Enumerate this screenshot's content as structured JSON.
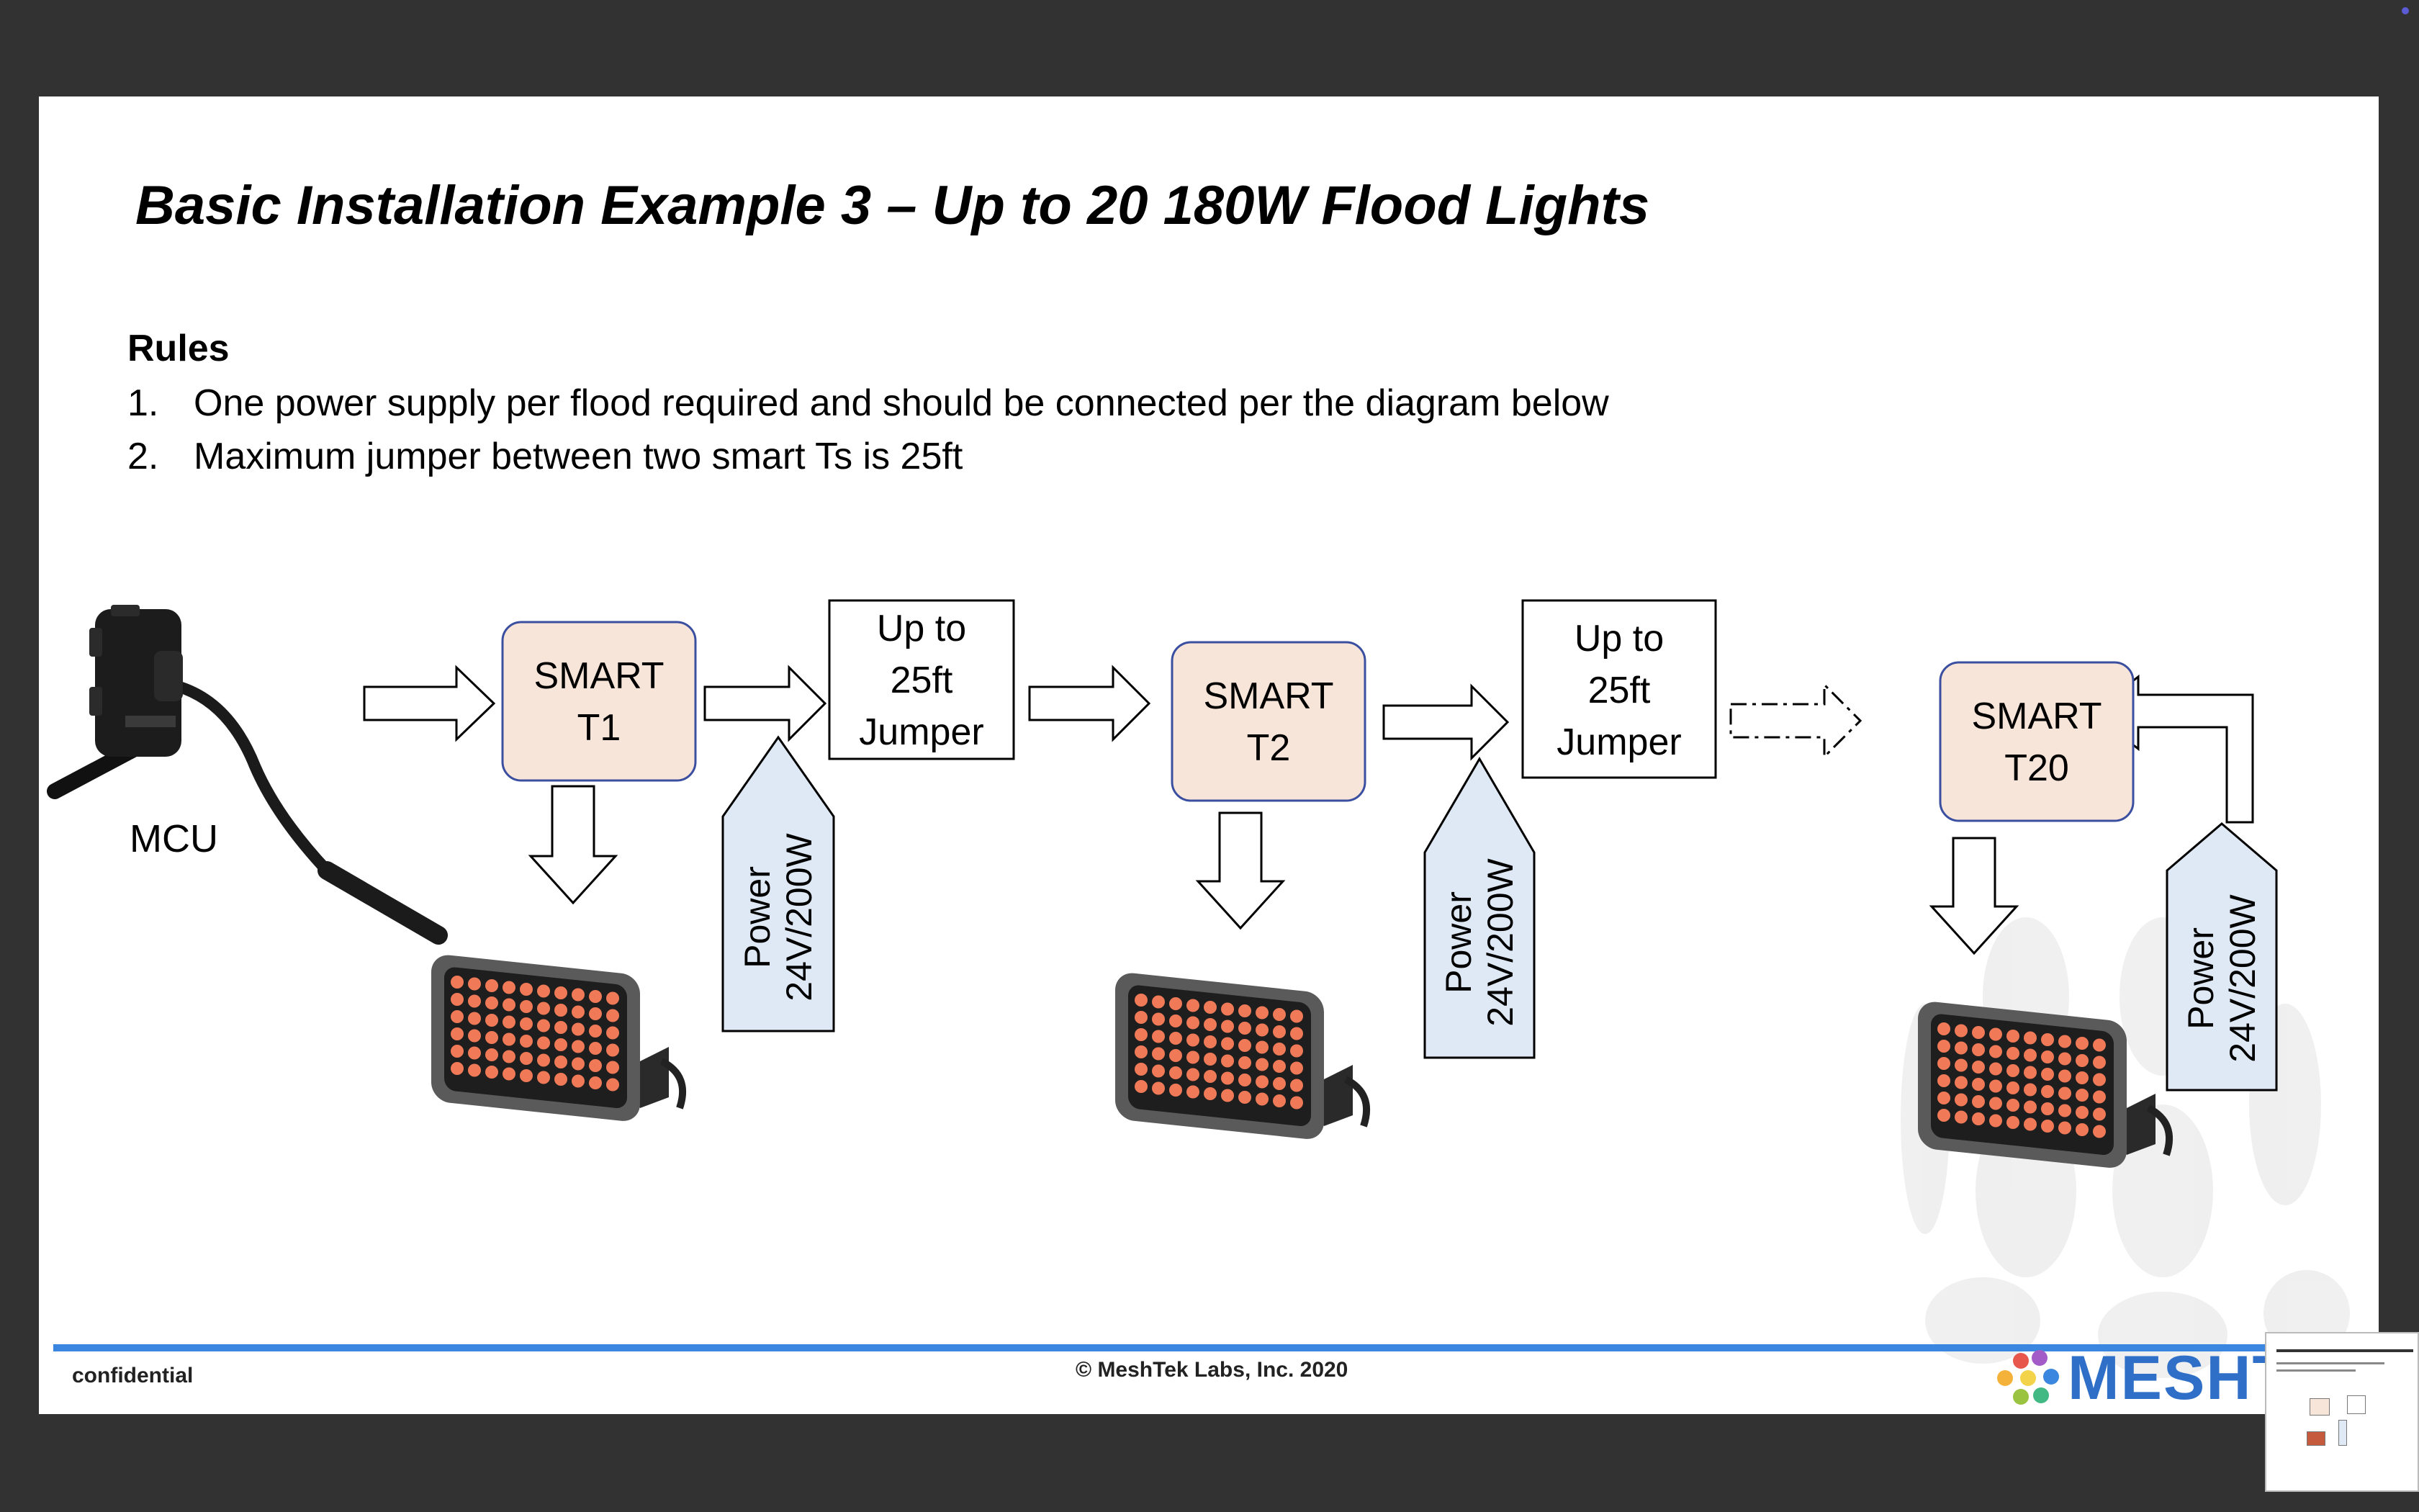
{
  "slide": {
    "title": "Basic Installation Example 3 – Up to 20 180W Flood Lights",
    "rules_heading": "Rules",
    "rules": [
      {
        "number": "1.",
        "text": "One power supply per flood required and should be connected per the diagram below"
      },
      {
        "number": "2.",
        "text": "Maximum jumper between two smart Ts is 25ft"
      }
    ]
  },
  "diagram": {
    "mcu_label": "MCU",
    "smart_ts": [
      {
        "line1": "SMART",
        "line2": "T1"
      },
      {
        "line1": "SMART",
        "line2": "T2"
      },
      {
        "line1": "SMART",
        "line2": "T20"
      }
    ],
    "jumpers": [
      {
        "line1": "Up to",
        "line2": "25ft",
        "line3": "Jumper"
      },
      {
        "line1": "Up to",
        "line2": "25ft",
        "line3": "Jumper"
      }
    ],
    "power_supplies": [
      {
        "line1": "Power",
        "line2": "24V/200W"
      },
      {
        "line1": "Power",
        "line2": "24V/200W"
      },
      {
        "line1": "Power",
        "line2": "24V/200W"
      }
    ],
    "icons": [
      "mcu-controller-icon",
      "flood-light-icon",
      "arrow-right-icon",
      "arrow-down-icon",
      "dash-dot-arrow-icon",
      "elbow-arrow-icon",
      "meshtek-logo-watermark"
    ],
    "colors": {
      "smart_t_fill": "#f8e5d9",
      "smart_t_border": "#3b4fa0",
      "power_fill": "#dfe9f5",
      "led_color": "#f07a57"
    }
  },
  "footer": {
    "confidential": "confidential",
    "copyright": "© MeshTek Labs, Inc. 2020",
    "brand": "MESHT",
    "accent_color": "#3b87e0"
  }
}
